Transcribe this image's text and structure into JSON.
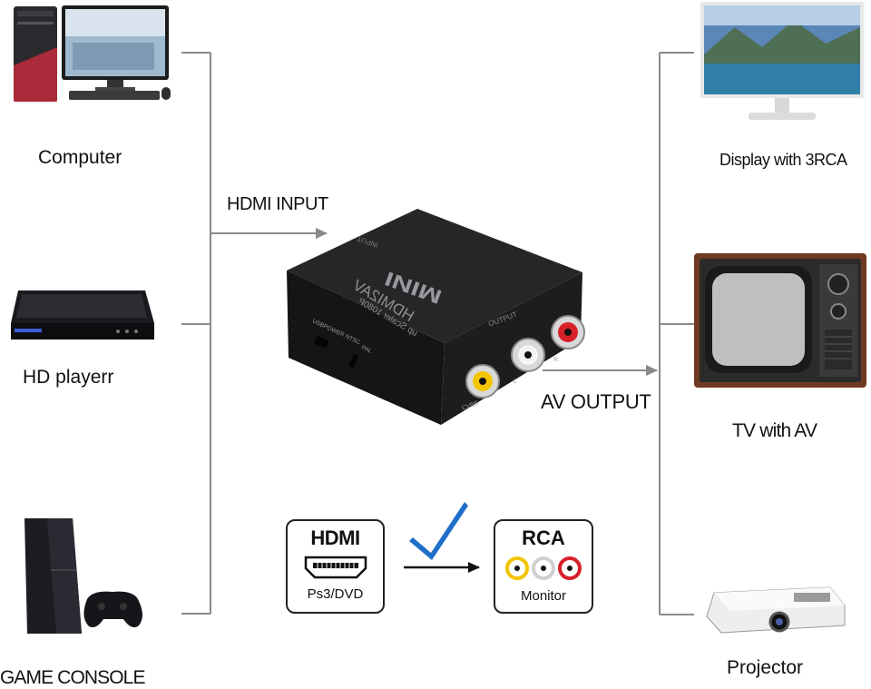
{
  "left_devices": [
    {
      "label": "Computer"
    },
    {
      "label": "HD playerr"
    },
    {
      "label": "GAME CONSOLE"
    }
  ],
  "right_devices": [
    {
      "label": "Display with 3RCA"
    },
    {
      "label": "TV with AV"
    },
    {
      "label": "Projector"
    }
  ],
  "flow": {
    "input_label": "HDMI INPUT",
    "output_label": "AV OUTPUT"
  },
  "converter": {
    "brand": "MINI",
    "model": "HDMI2AV",
    "subtitle": "up Scaler 1080P",
    "input_port": "INPUT",
    "output_port": "OUTPUT",
    "usb_port": "USBPOWER",
    "switch_ntsc": "NTSC",
    "switch_pal": "PAL",
    "cvbs": "CVBS",
    "left": "L",
    "right": "R"
  },
  "legend": {
    "hdmi_title": "HDMI",
    "hdmi_sub": "Ps3/DVD",
    "rca_title": "RCA",
    "rca_sub": "Monitor",
    "check_color": "#1f6fc9"
  },
  "colors": {
    "line": "#8a8a8a",
    "rca_yellow": "#f2c500",
    "rca_white": "#d8d8d8",
    "rca_red": "#d8202a"
  }
}
